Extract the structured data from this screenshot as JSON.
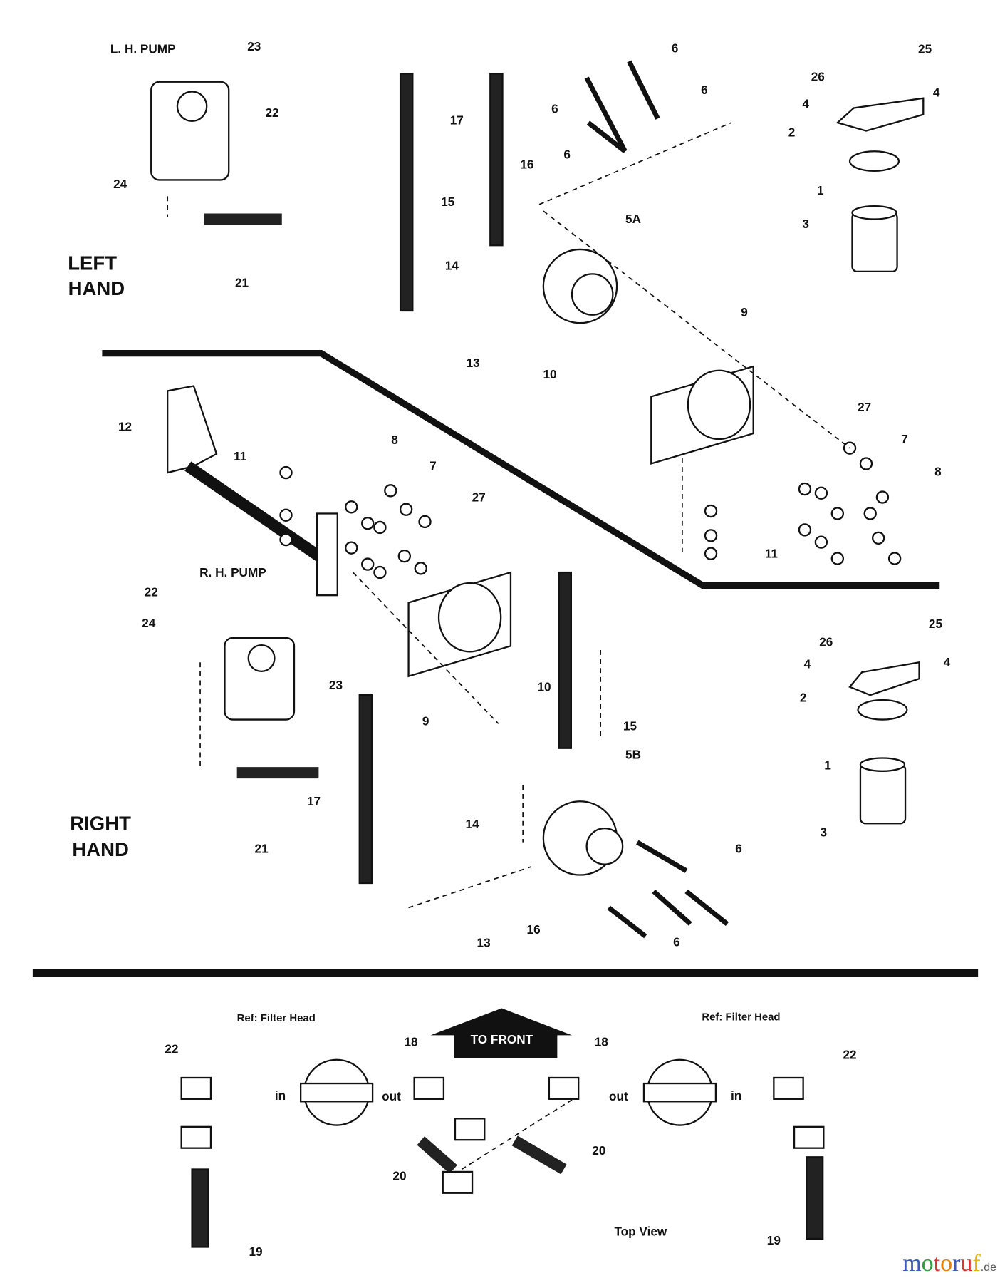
{
  "diagram": {
    "callouts": [
      "L. H. PUMP",
      "23",
      "22",
      "24",
      "21",
      "LEFT",
      "HAND",
      "17",
      "15",
      "16",
      "14",
      "13",
      "5A",
      "6",
      "6",
      "6",
      "6",
      "9",
      "10",
      "25",
      "26",
      "4",
      "4",
      "2",
      "1",
      "3",
      "12",
      "11",
      "8",
      "7",
      "27",
      "27",
      "7",
      "8",
      "11",
      "R. H. PUMP",
      "22",
      "24",
      "23",
      "9",
      "10",
      "15",
      "5B",
      "17",
      "21",
      "RIGHT",
      "HAND",
      "14",
      "13",
      "16",
      "6",
      "6",
      "25",
      "26",
      "4",
      "4",
      "2",
      "1",
      "3",
      "Ref: Filter Head",
      "Ref: Filter Head",
      "22",
      "in",
      "out",
      "18",
      "TO FRONT",
      "18",
      "out",
      "in",
      "22",
      "20",
      "20",
      "Top View",
      "19",
      "19"
    ]
  },
  "watermark": {
    "text": "motoruf",
    "suffix": ".de",
    "colors": [
      "#3b5bb5",
      "#2e9e3e",
      "#d33",
      "#e87f00",
      "#3b5bb5",
      "#d33",
      "#e8b000"
    ]
  }
}
